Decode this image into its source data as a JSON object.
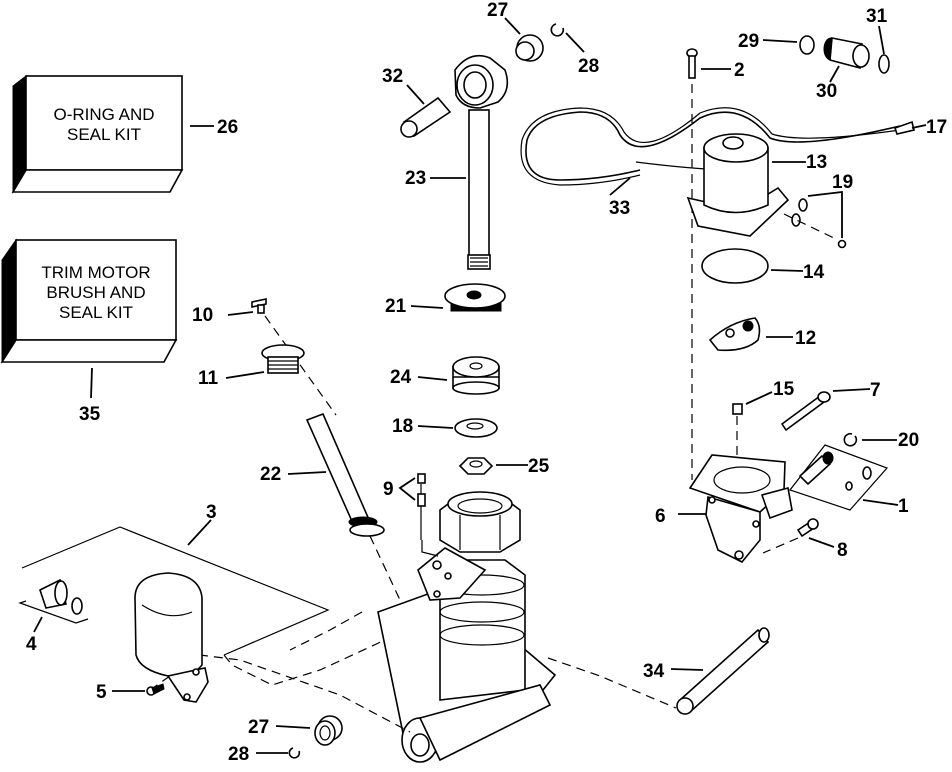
{
  "diagram": {
    "title": "Power Trim/Tilt Exploded Parts Diagram",
    "kits": [
      {
        "id": "26",
        "lines": [
          "O-RING AND",
          "SEAL KIT"
        ]
      },
      {
        "id": "35",
        "lines": [
          "TRIM MOTOR",
          "BRUSH AND",
          "SEAL KIT"
        ]
      }
    ],
    "callouts": {
      "c1": "1",
      "c2": "2",
      "c3": "3",
      "c4": "4",
      "c5": "5",
      "c6": "6",
      "c7": "7",
      "c8": "8",
      "c9": "9",
      "c10": "10",
      "c11": "11",
      "c12": "12",
      "c13": "13",
      "c14": "14",
      "c15": "15",
      "c17": "17",
      "c18": "18",
      "c19": "19",
      "c20": "20",
      "c21": "21",
      "c22": "22",
      "c23": "23",
      "c24": "24",
      "c25": "25",
      "c26": "26",
      "c27a": "27",
      "c27b": "27",
      "c28a": "28",
      "c28b": "28",
      "c29": "29",
      "c30": "30",
      "c31": "31",
      "c32": "32",
      "c33": "33",
      "c34": "34",
      "c35": "35"
    },
    "parts": [
      {
        "number": "1",
        "name": "valve-and-gasket"
      },
      {
        "number": "2",
        "name": "screw"
      },
      {
        "number": "3",
        "name": "reservoir-assembly-group"
      },
      {
        "number": "4",
        "name": "fitting-and-o-ring"
      },
      {
        "number": "5",
        "name": "screw"
      },
      {
        "number": "6",
        "name": "pump-body"
      },
      {
        "number": "7",
        "name": "bolt"
      },
      {
        "number": "8",
        "name": "screw"
      },
      {
        "number": "9",
        "name": "valve-and-spring"
      },
      {
        "number": "10",
        "name": "screw"
      },
      {
        "number": "11",
        "name": "plug"
      },
      {
        "number": "12",
        "name": "coupler"
      },
      {
        "number": "13",
        "name": "trim-motor"
      },
      {
        "number": "14",
        "name": "o-ring"
      },
      {
        "number": "15",
        "name": "plug"
      },
      {
        "number": "17",
        "name": "wire-terminals"
      },
      {
        "number": "18",
        "name": "washer"
      },
      {
        "number": "19",
        "name": "clamp-and-screw"
      },
      {
        "number": "20",
        "name": "o-ring"
      },
      {
        "number": "21",
        "name": "cylinder-cap"
      },
      {
        "number": "22",
        "name": "tube"
      },
      {
        "number": "23",
        "name": "piston-rod"
      },
      {
        "number": "24",
        "name": "piston"
      },
      {
        "number": "25",
        "name": "nut"
      },
      {
        "number": "26",
        "name": "o-ring-and-seal-kit"
      },
      {
        "number": "27",
        "name": "bushing"
      },
      {
        "number": "28",
        "name": "retaining-ring"
      },
      {
        "number": "29",
        "name": "plug"
      },
      {
        "number": "30",
        "name": "connector"
      },
      {
        "number": "31",
        "name": "o-ring"
      },
      {
        "number": "32",
        "name": "pin"
      },
      {
        "number": "33",
        "name": "wire-harness"
      },
      {
        "number": "34",
        "name": "pin"
      },
      {
        "number": "35",
        "name": "trim-motor-brush-and-seal-kit"
      }
    ]
  }
}
